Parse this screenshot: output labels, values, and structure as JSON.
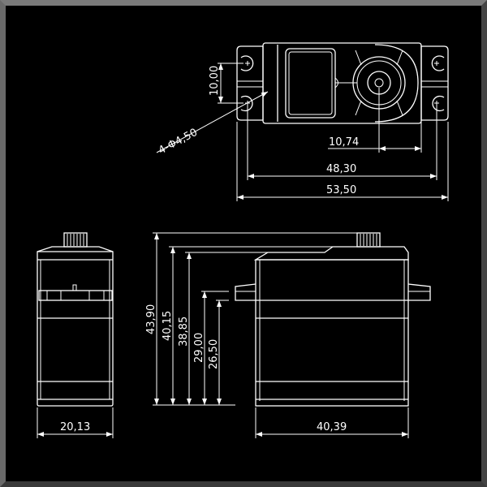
{
  "title": "Servo dimension drawing",
  "top_view": {
    "hole_label": "4-Φ4,50",
    "hole_spacing_vertical": "10,00",
    "shaft_offset": "10,74",
    "hole_spacing_horizontal": "48,30",
    "overall_length": "53,50"
  },
  "side_view": {
    "width": "20,13"
  },
  "front_view": {
    "heights": [
      "43,90",
      "40,15",
      "38,85",
      "29,00",
      "26,50"
    ],
    "body_length": "40,39"
  }
}
